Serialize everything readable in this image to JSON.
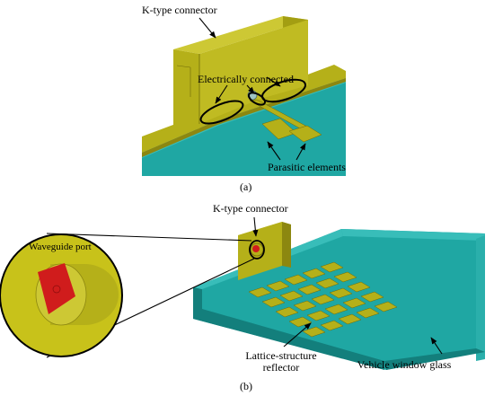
{
  "panel_a": {
    "connector_label": "K-type connector",
    "connection_label": "Electrically connected",
    "parasitic_label": "Parasitic elements",
    "caption": "(a)"
  },
  "panel_b": {
    "connector_label": "K-type connector",
    "port_label": "Waveguide port",
    "reflector_label_line1": "Lattice-structure",
    "reflector_label_line2": "reflector",
    "glass_label": "Vehicle window glass",
    "caption": "(b)"
  },
  "colors": {
    "olive": "#b5b019",
    "olive_dark": "#8c8710",
    "olive_light": "#cdc834",
    "teal": "#1fa7a3",
    "teal_dark": "#137f7c",
    "teal_light": "#38bdb9",
    "red_port": "#d01c1c"
  }
}
